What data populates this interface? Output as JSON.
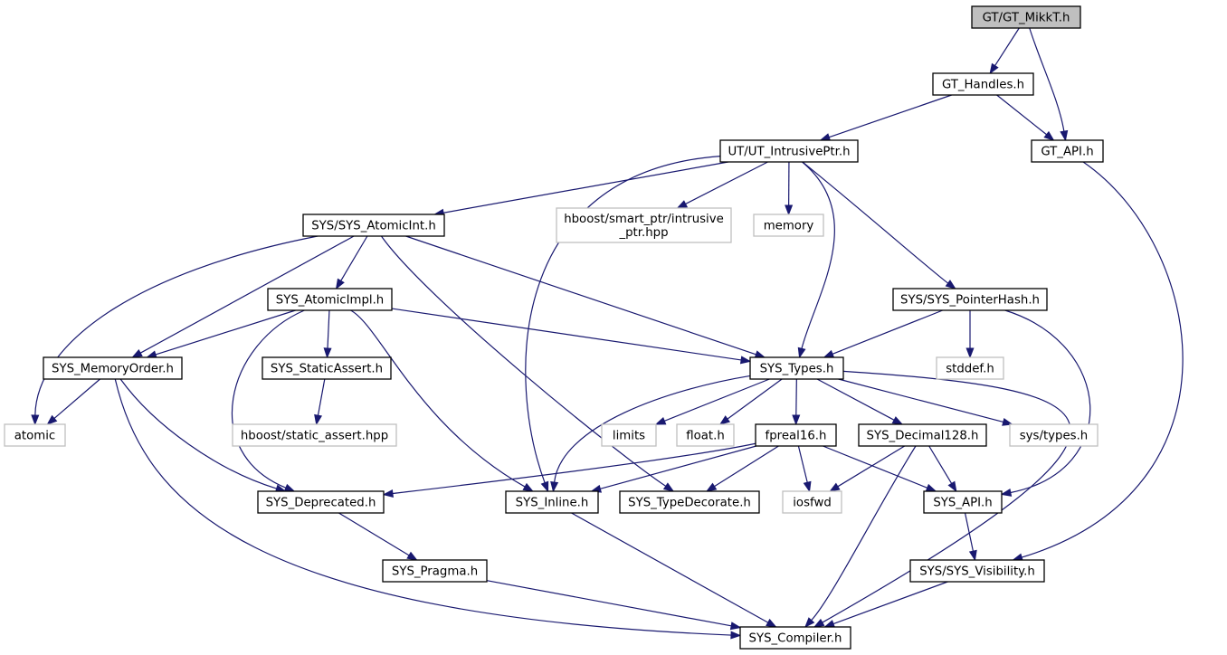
{
  "graph": {
    "colors": {
      "edge": "#191970",
      "node_border": "#000000",
      "external_border": "#bfbfbf",
      "root_fill": "#bfbfbf",
      "node_fill": "#ffffff"
    },
    "nodes": [
      {
        "id": "gt_mikkt",
        "lines": [
          "GT/GT_MikkT.h"
        ],
        "kind": "root"
      },
      {
        "id": "gt_handles",
        "lines": [
          "GT_Handles.h"
        ],
        "kind": "file"
      },
      {
        "id": "gt_api",
        "lines": [
          "GT_API.h"
        ],
        "kind": "file"
      },
      {
        "id": "ut_intrusiveptr",
        "lines": [
          "UT/UT_IntrusivePtr.h"
        ],
        "kind": "file"
      },
      {
        "id": "sys_atomicint",
        "lines": [
          "SYS/SYS_AtomicInt.h"
        ],
        "kind": "file"
      },
      {
        "id": "hboost_intrusive",
        "lines": [
          "hboost/smart_ptr/intrusive",
          "_ptr.hpp"
        ],
        "kind": "external"
      },
      {
        "id": "memory",
        "lines": [
          "memory"
        ],
        "kind": "external"
      },
      {
        "id": "sys_atomicimpl",
        "lines": [
          "SYS_AtomicImpl.h"
        ],
        "kind": "file"
      },
      {
        "id": "sys_pointerhash",
        "lines": [
          "SYS/SYS_PointerHash.h"
        ],
        "kind": "file"
      },
      {
        "id": "sys_memoryorder",
        "lines": [
          "SYS_MemoryOrder.h"
        ],
        "kind": "file"
      },
      {
        "id": "sys_staticassert",
        "lines": [
          "SYS_StaticAssert.h"
        ],
        "kind": "file"
      },
      {
        "id": "sys_types",
        "lines": [
          "SYS_Types.h"
        ],
        "kind": "file"
      },
      {
        "id": "stddef",
        "lines": [
          "stddef.h"
        ],
        "kind": "external"
      },
      {
        "id": "atomic",
        "lines": [
          "atomic"
        ],
        "kind": "external"
      },
      {
        "id": "hboost_static_assert",
        "lines": [
          "hboost/static_assert.hpp"
        ],
        "kind": "external"
      },
      {
        "id": "limits",
        "lines": [
          "limits"
        ],
        "kind": "external"
      },
      {
        "id": "float_h",
        "lines": [
          "float.h"
        ],
        "kind": "external"
      },
      {
        "id": "fpreal16",
        "lines": [
          "fpreal16.h"
        ],
        "kind": "file"
      },
      {
        "id": "sys_decimal128",
        "lines": [
          "SYS_Decimal128.h"
        ],
        "kind": "file"
      },
      {
        "id": "sys_types_h",
        "lines": [
          "sys/types.h"
        ],
        "kind": "external"
      },
      {
        "id": "sys_deprecated",
        "lines": [
          "SYS_Deprecated.h"
        ],
        "kind": "file"
      },
      {
        "id": "sys_inline",
        "lines": [
          "SYS_Inline.h"
        ],
        "kind": "file"
      },
      {
        "id": "sys_typedecorate",
        "lines": [
          "SYS_TypeDecorate.h"
        ],
        "kind": "file"
      },
      {
        "id": "iosfwd",
        "lines": [
          "iosfwd"
        ],
        "kind": "external"
      },
      {
        "id": "sys_api",
        "lines": [
          "SYS_API.h"
        ],
        "kind": "file"
      },
      {
        "id": "sys_pragma",
        "lines": [
          "SYS_Pragma.h"
        ],
        "kind": "file"
      },
      {
        "id": "sys_visibility",
        "lines": [
          "SYS/SYS_Visibility.h"
        ],
        "kind": "file"
      },
      {
        "id": "sys_compiler",
        "lines": [
          "SYS_Compiler.h"
        ],
        "kind": "file"
      }
    ],
    "edges": [
      {
        "from": "gt_mikkt",
        "to": "gt_handles"
      },
      {
        "from": "gt_mikkt",
        "to": "gt_api"
      },
      {
        "from": "gt_handles",
        "to": "ut_intrusiveptr"
      },
      {
        "from": "gt_handles",
        "to": "gt_api"
      },
      {
        "from": "gt_api",
        "to": "sys_visibility"
      },
      {
        "from": "ut_intrusiveptr",
        "to": "sys_atomicint"
      },
      {
        "from": "ut_intrusiveptr",
        "to": "hboost_intrusive"
      },
      {
        "from": "ut_intrusiveptr",
        "to": "memory"
      },
      {
        "from": "ut_intrusiveptr",
        "to": "sys_pointerhash"
      },
      {
        "from": "ut_intrusiveptr",
        "to": "sys_types"
      },
      {
        "from": "ut_intrusiveptr",
        "to": "sys_inline"
      },
      {
        "from": "sys_atomicint",
        "to": "sys_atomicimpl"
      },
      {
        "from": "sys_atomicint",
        "to": "sys_memoryorder"
      },
      {
        "from": "sys_atomicint",
        "to": "atomic"
      },
      {
        "from": "sys_atomicint",
        "to": "sys_types"
      },
      {
        "from": "sys_atomicint",
        "to": "sys_typedecorate"
      },
      {
        "from": "sys_atomicimpl",
        "to": "sys_memoryorder"
      },
      {
        "from": "sys_atomicimpl",
        "to": "sys_staticassert"
      },
      {
        "from": "sys_atomicimpl",
        "to": "sys_types"
      },
      {
        "from": "sys_atomicimpl",
        "to": "sys_deprecated"
      },
      {
        "from": "sys_atomicimpl",
        "to": "sys_inline"
      },
      {
        "from": "sys_pointerhash",
        "to": "sys_types"
      },
      {
        "from": "sys_pointerhash",
        "to": "stddef"
      },
      {
        "from": "sys_pointerhash",
        "to": "sys_api"
      },
      {
        "from": "sys_memoryorder",
        "to": "atomic"
      },
      {
        "from": "sys_memoryorder",
        "to": "sys_deprecated"
      },
      {
        "from": "sys_memoryorder",
        "to": "sys_compiler"
      },
      {
        "from": "sys_staticassert",
        "to": "hboost_static_assert"
      },
      {
        "from": "sys_types",
        "to": "limits"
      },
      {
        "from": "sys_types",
        "to": "float_h"
      },
      {
        "from": "sys_types",
        "to": "fpreal16"
      },
      {
        "from": "sys_types",
        "to": "sys_decimal128"
      },
      {
        "from": "sys_types",
        "to": "sys_types_h"
      },
      {
        "from": "sys_types",
        "to": "sys_inline"
      },
      {
        "from": "sys_types",
        "to": "sys_compiler"
      },
      {
        "from": "fpreal16",
        "to": "sys_deprecated"
      },
      {
        "from": "fpreal16",
        "to": "sys_inline"
      },
      {
        "from": "fpreal16",
        "to": "sys_typedecorate"
      },
      {
        "from": "fpreal16",
        "to": "iosfwd"
      },
      {
        "from": "fpreal16",
        "to": "sys_api"
      },
      {
        "from": "sys_decimal128",
        "to": "iosfwd"
      },
      {
        "from": "sys_decimal128",
        "to": "sys_api"
      },
      {
        "from": "sys_decimal128",
        "to": "sys_compiler"
      },
      {
        "from": "sys_deprecated",
        "to": "sys_pragma"
      },
      {
        "from": "sys_inline",
        "to": "sys_compiler"
      },
      {
        "from": "sys_api",
        "to": "sys_visibility"
      },
      {
        "from": "sys_pragma",
        "to": "sys_compiler"
      },
      {
        "from": "sys_visibility",
        "to": "sys_compiler"
      }
    ]
  }
}
